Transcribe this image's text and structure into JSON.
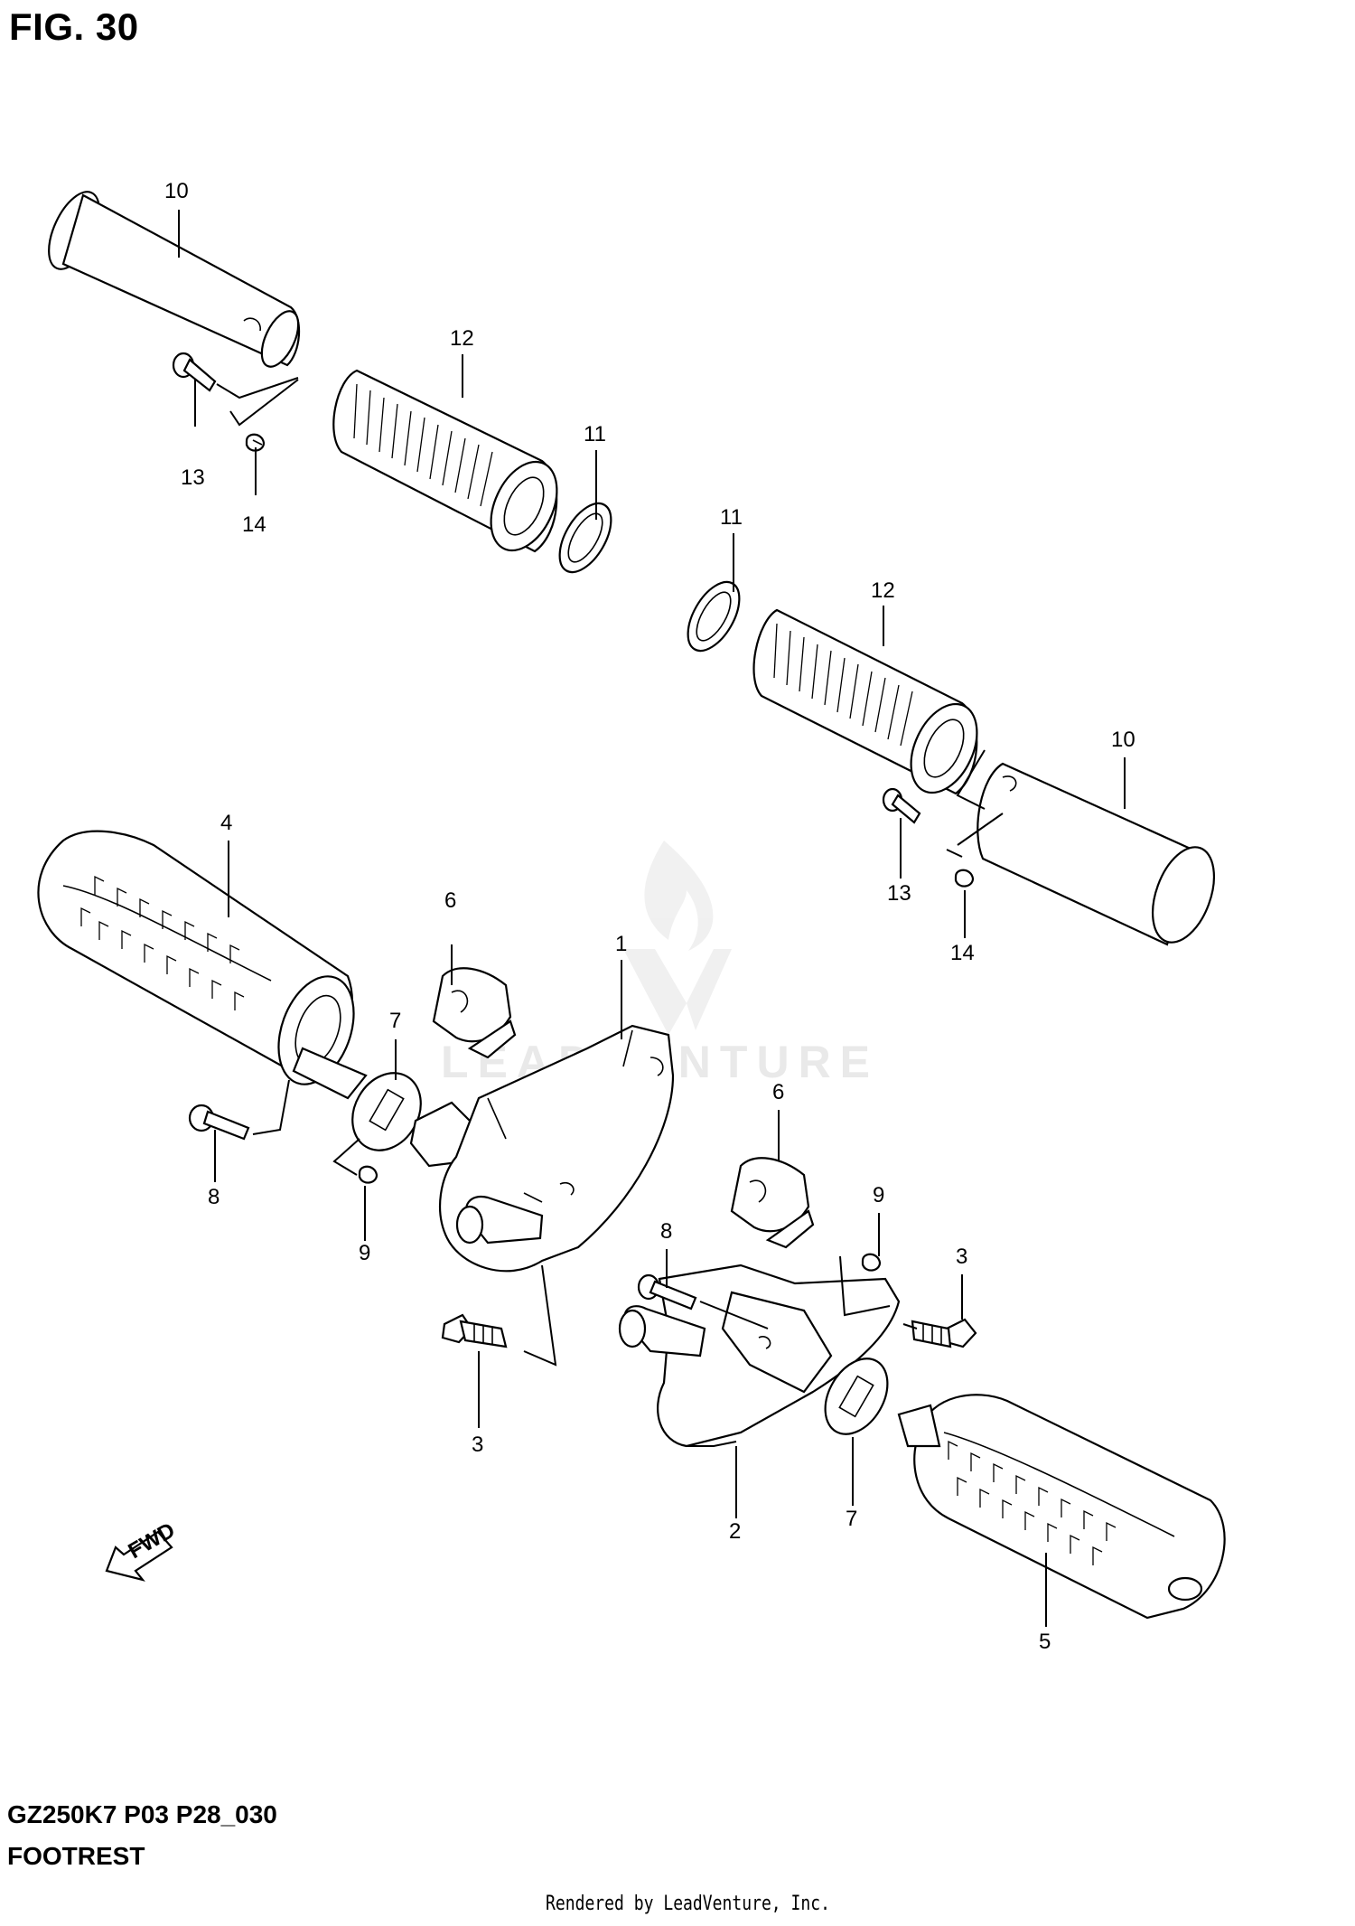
{
  "header": {
    "figure_label": "FIG. 30"
  },
  "footer": {
    "model_code": "GZ250K7 P03 P28_030",
    "section_name": "FOOTREST",
    "render_credit": "Rendered by LeadVenture, Inc."
  },
  "watermark": {
    "text": "LEADVENTURE"
  },
  "fwd_arrow": {
    "label": "FWD"
  },
  "callouts": {
    "c1": "1",
    "c2": "2",
    "c3a": "3",
    "c3b": "3",
    "c4": "4",
    "c5": "5",
    "c6a": "6",
    "c6b": "6",
    "c7a": "7",
    "c7b": "7",
    "c8a": "8",
    "c8b": "8",
    "c9a": "9",
    "c9b": "9",
    "c10a": "10",
    "c10b": "10",
    "c11a": "11",
    "c11b": "11",
    "c12a": "12",
    "c12b": "12",
    "c13a": "13",
    "c13b": "13",
    "c14a": "14",
    "c14b": "14"
  }
}
